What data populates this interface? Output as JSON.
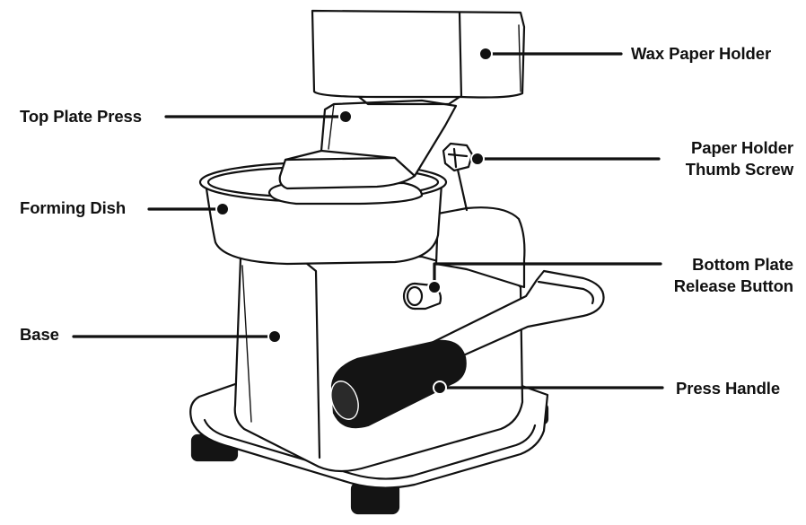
{
  "labels": {
    "wax_paper_holder": "Wax Paper Holder",
    "top_plate_press": "Top Plate Press",
    "paper_holder_thumb_screw_line1": "Paper Holder",
    "paper_holder_thumb_screw_line2": "Thumb Screw",
    "forming_dish": "Forming Dish",
    "bottom_plate_release_button_line1": "Bottom Plate",
    "bottom_plate_release_button_line2": "Release Button",
    "base": "Base",
    "press_handle": "Press Handle"
  },
  "colors": {
    "ink": "#111111",
    "background": "#ffffff",
    "handle_grip": "#141414",
    "feet": "#141414"
  }
}
